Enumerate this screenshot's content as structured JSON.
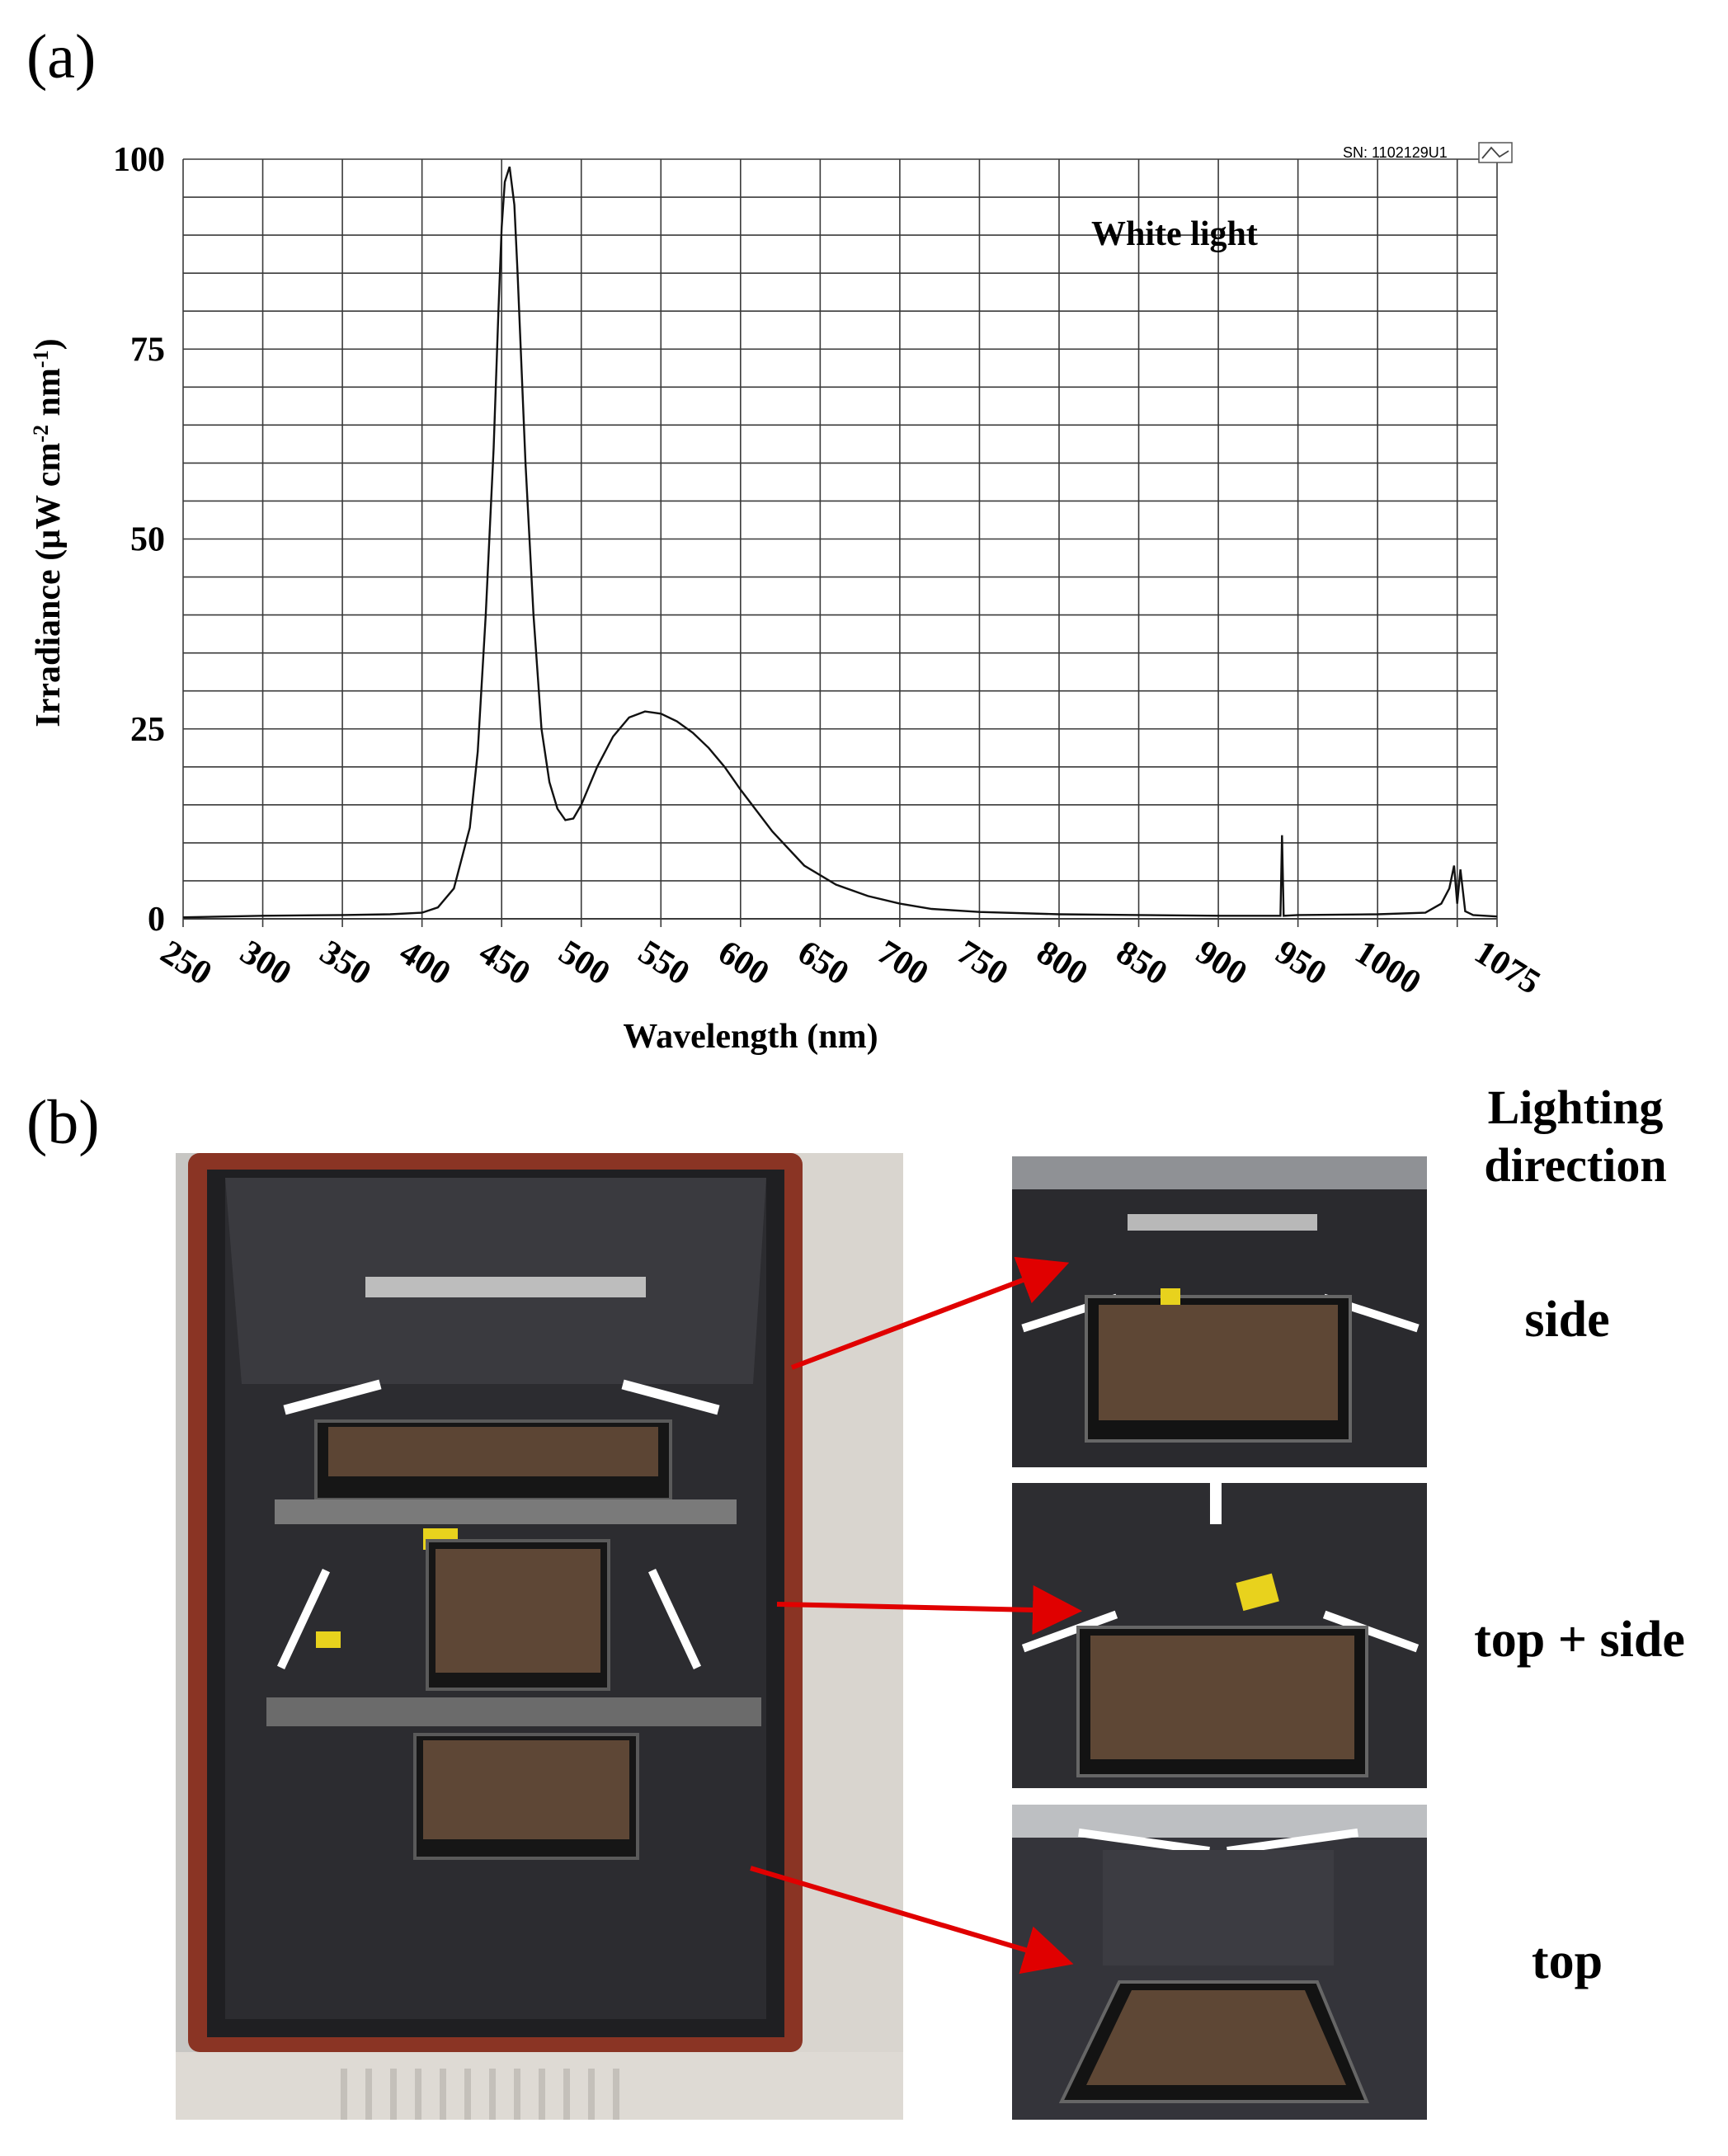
{
  "panels": {
    "a": "(a)",
    "b": "(b)"
  },
  "chart_data": {
    "type": "line",
    "annotation": "White light",
    "serial": "SN: 1102129U1",
    "xlabel": "Wavelength (nm)",
    "ylabel_parts": [
      "Irradiance (",
      "μ",
      "W cm",
      "-2",
      " nm",
      "-1",
      ")"
    ],
    "xlim": [
      250,
      1075
    ],
    "ylim": [
      0,
      100
    ],
    "xticks": [
      250,
      300,
      350,
      400,
      450,
      500,
      550,
      600,
      650,
      700,
      750,
      800,
      850,
      900,
      950,
      1000,
      1075
    ],
    "yticks": [
      0,
      25,
      50,
      75,
      100
    ],
    "grid": true,
    "series": [
      {
        "x": [
          250,
          300,
          350,
          380,
          400,
          410,
          420,
          430,
          435,
          440,
          445,
          448,
          450,
          452,
          455,
          458,
          460,
          465,
          470,
          475,
          480,
          485,
          490,
          495,
          500,
          510,
          520,
          530,
          540,
          550,
          560,
          570,
          580,
          590,
          600,
          620,
          640,
          660,
          680,
          700,
          720,
          750,
          800,
          850,
          900,
          939,
          940,
          941,
          950,
          1000,
          1030,
          1040,
          1045,
          1048,
          1050,
          1052,
          1055,
          1060,
          1075
        ],
        "y": [
          0.2,
          0.4,
          0.5,
          0.6,
          0.8,
          1.5,
          4.0,
          12.0,
          22.0,
          40.0,
          62.0,
          80.0,
          91.0,
          97.0,
          99.0,
          94.0,
          85.0,
          60.0,
          40.0,
          25.0,
          18.0,
          14.5,
          13.0,
          13.2,
          15.0,
          20.0,
          24.0,
          26.5,
          27.3,
          27.0,
          26.0,
          24.5,
          22.5,
          20.0,
          17.0,
          11.5,
          7.0,
          4.5,
          3.0,
          2.0,
          1.3,
          0.9,
          0.6,
          0.5,
          0.4,
          0.4,
          11.0,
          0.4,
          0.5,
          0.6,
          0.8,
          2.0,
          4.0,
          7.0,
          2.0,
          6.5,
          1.0,
          0.5,
          0.3
        ]
      }
    ]
  },
  "lighting": {
    "heading_line1": "Lighting",
    "heading_line2": "direction",
    "labels": [
      "side",
      "top + side",
      "top"
    ]
  }
}
